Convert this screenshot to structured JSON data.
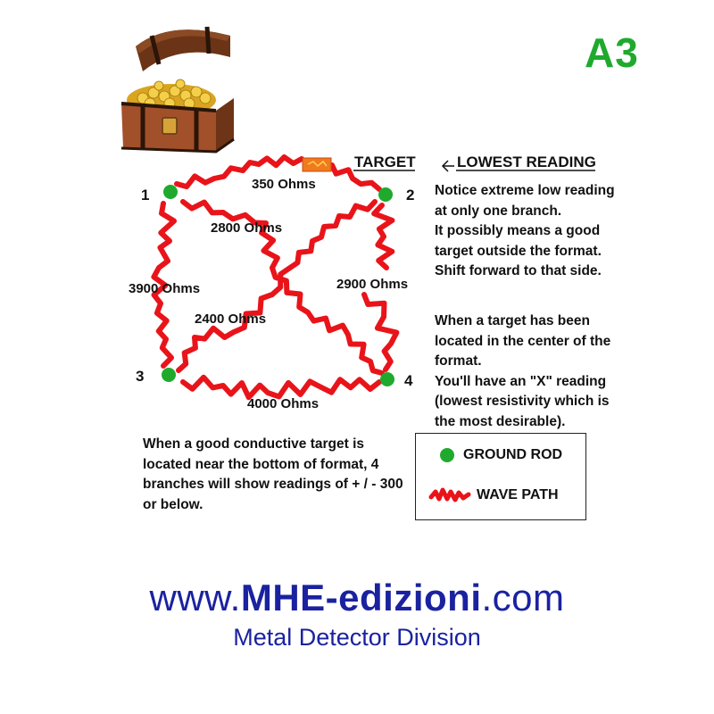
{
  "badge": {
    "code": "A3"
  },
  "header": {
    "target": "TARGET",
    "lowest": "LOWEST READING"
  },
  "nodes": [
    {
      "label": "1"
    },
    {
      "label": "2"
    },
    {
      "label": "3"
    },
    {
      "label": "4"
    }
  ],
  "readings": {
    "r_1_2": "350 Ohms",
    "r_1_4": "2800 Ohms",
    "r_1_3": "3900 Ohms",
    "r_2_4": "2900 Ohms",
    "r_3_2": "2400 Ohms",
    "r_3_4": "4000 Ohms"
  },
  "notes": {
    "lowest": [
      "Notice extreme low reading",
      "at only one branch.",
      "It possibly means a good",
      "target outside the format.",
      "Shift forward to that side."
    ],
    "center": [
      "When a target has been",
      "located in the center of the",
      "format.",
      "You'll have an \"X\" reading",
      "(lowest resistivity which is",
      "the most desirable)."
    ],
    "bottom": [
      "When a good conductive target is",
      "located near the bottom of format, 4",
      "branches will show readings of + / - 300",
      "or below."
    ]
  },
  "legend": {
    "ground_rod": "GROUND ROD",
    "wave_path": "WAVE PATH"
  },
  "colors": {
    "rod": "#1faa2e",
    "wave": "#e8141a",
    "brand": "#1a22a0",
    "badge": "#1faa2e",
    "target": "#f07a20"
  },
  "footer": {
    "site_prefix": "www.",
    "site_brand": "MHE-edizioni",
    "site_suffix": ".com",
    "division": "Metal Detector Division"
  }
}
